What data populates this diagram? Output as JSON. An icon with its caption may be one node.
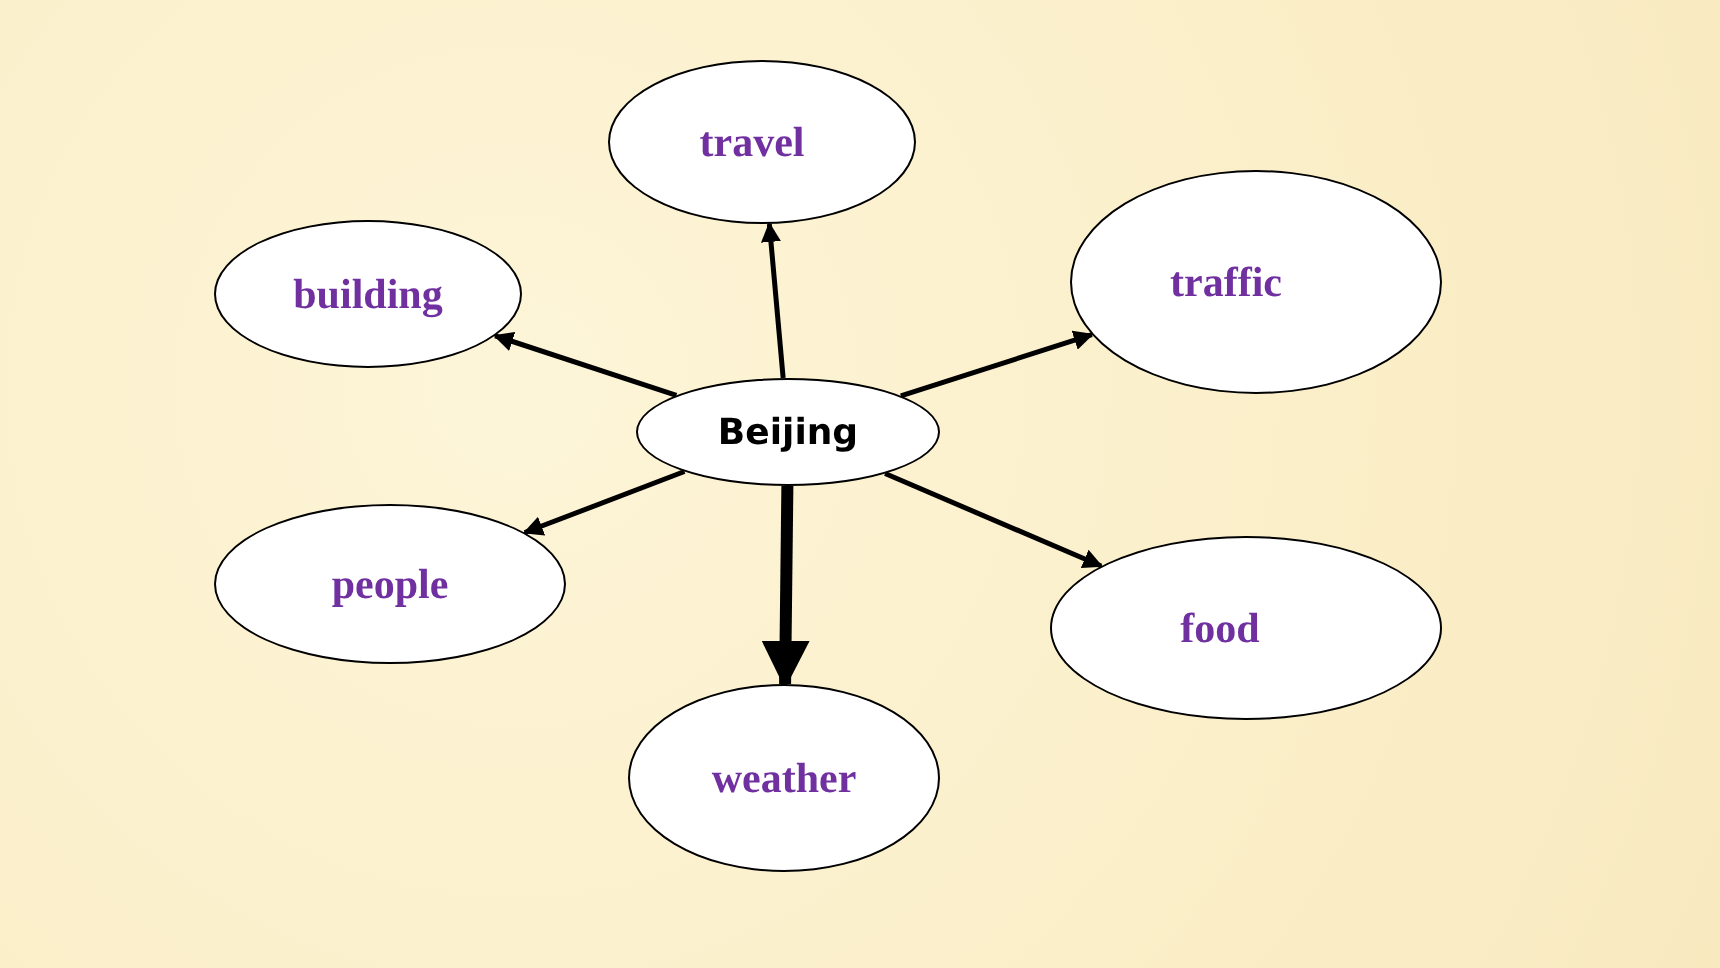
{
  "diagram": {
    "nodes": [
      {
        "text": [
          "Beijing"
        ]
      },
      {
        "text": [
          "travel"
        ]
      },
      {
        "text": [
          "building"
        ]
      },
      {
        "text": [
          "traffic"
        ]
      },
      {
        "text": [
          "people"
        ]
      },
      {
        "text": [
          "food"
        ]
      },
      {
        "text": [
          "weather"
        ]
      }
    ],
    "edges": [
      {
        "from": 0,
        "to": 1,
        "arrow": "to"
      },
      {
        "from": 0,
        "to": 2,
        "arrow": "to"
      },
      {
        "from": 0,
        "to": 3,
        "arrow": "to"
      },
      {
        "from": 0,
        "to": 4,
        "arrow": "to"
      },
      {
        "from": 0,
        "to": 5,
        "arrow": "to"
      },
      {
        "from": 0,
        "to": 6,
        "arrow": "to",
        "style": "thick"
      }
    ]
  }
}
